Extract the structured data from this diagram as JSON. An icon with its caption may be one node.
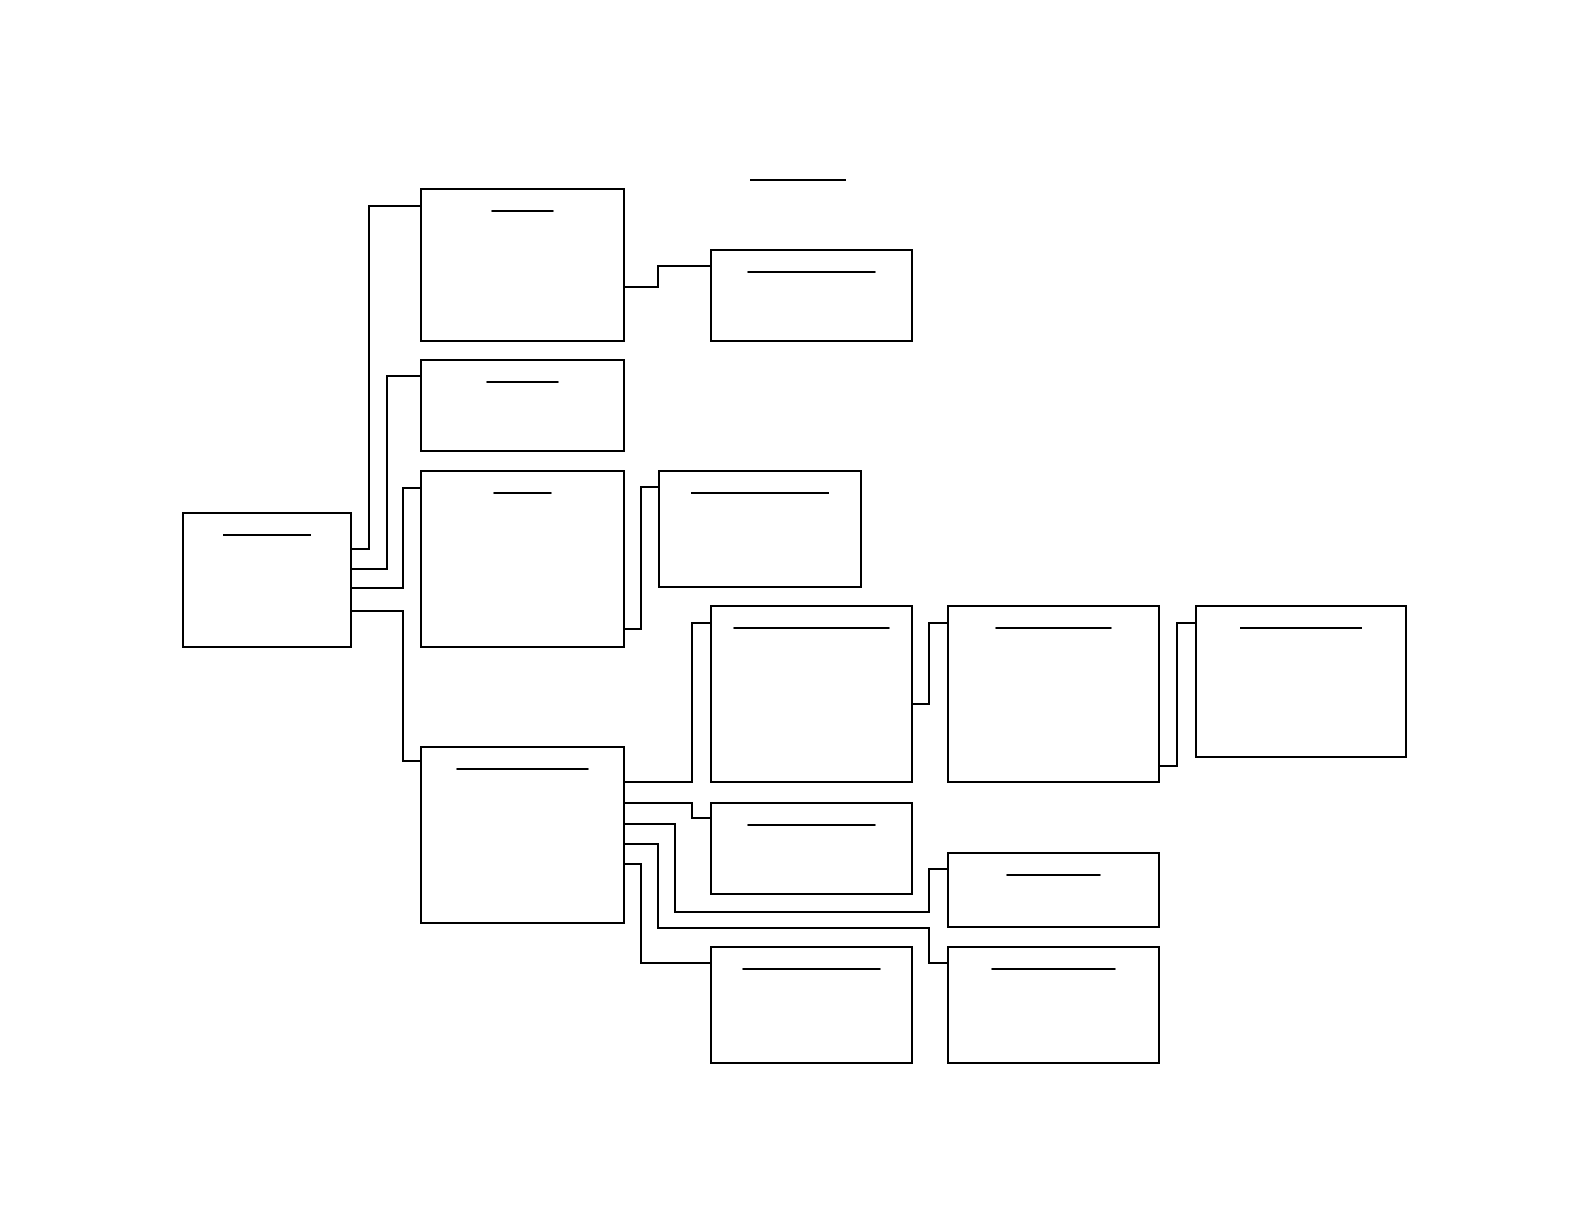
{
  "diagram": {
    "nodes": [
      {
        "text": [],
        "shape": "box"
      },
      {
        "text": [],
        "shape": "box"
      },
      {
        "text": [],
        "shape": "box"
      },
      {
        "text": [],
        "shape": "box"
      },
      {
        "text": [],
        "shape": "box"
      },
      {
        "text": [],
        "shape": "box"
      },
      {
        "text": [],
        "shape": "box"
      },
      {
        "text": [],
        "shape": "box"
      },
      {
        "text": [],
        "shape": "box"
      },
      {
        "text": [],
        "shape": "box"
      },
      {
        "text": [],
        "shape": "box"
      },
      {
        "text": [],
        "shape": "box"
      },
      {
        "text": [],
        "shape": "box"
      },
      {
        "text": [],
        "shape": "box"
      }
    ],
    "edges": [
      {
        "from": 0,
        "to": 1,
        "arrow": "none"
      },
      {
        "from": 0,
        "to": 3,
        "arrow": "none"
      },
      {
        "from": 0,
        "to": 4,
        "arrow": "none"
      },
      {
        "from": 0,
        "to": 6,
        "arrow": "none"
      },
      {
        "from": 1,
        "to": 2,
        "arrow": "none"
      },
      {
        "from": 4,
        "to": 5,
        "arrow": "none"
      },
      {
        "from": 6,
        "to": 7,
        "arrow": "none"
      },
      {
        "from": 6,
        "to": 10,
        "arrow": "none"
      },
      {
        "from": 6,
        "to": 11,
        "arrow": "none"
      },
      {
        "from": 6,
        "to": 13,
        "arrow": "none"
      },
      {
        "from": 6,
        "to": 12,
        "arrow": "none"
      },
      {
        "from": 7,
        "to": 8,
        "arrow": "none"
      },
      {
        "from": 8,
        "to": 9,
        "arrow": "none"
      }
    ]
  }
}
